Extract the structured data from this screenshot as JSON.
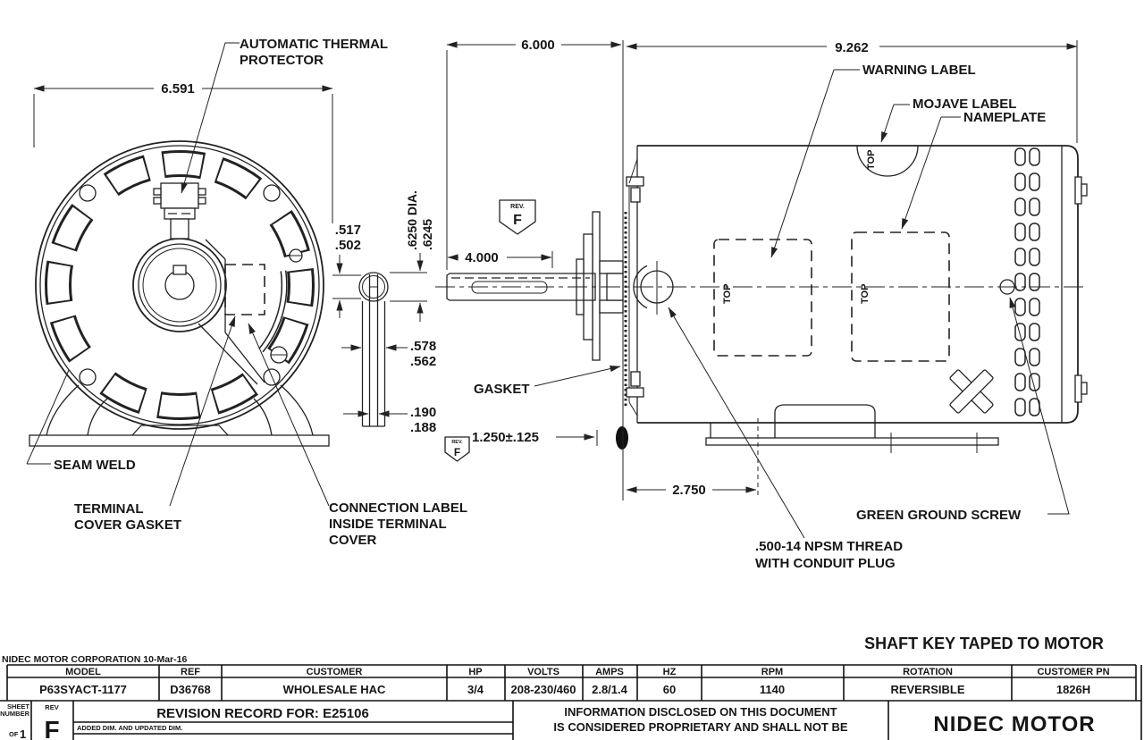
{
  "note_shaft_key": "SHAFT KEY TAPED TO MOTOR",
  "company_line": "NIDEC MOTOR CORPORATION 10-Mar-16",
  "front_view": {
    "label_thermal_1": "AUTOMATIC THERMAL",
    "label_thermal_2": "PROTECTOR",
    "label_seam": "SEAM WELD",
    "label_tcg_1": "TERMINAL",
    "label_tcg_2": "COVER GASKET",
    "label_conn_1": "CONNECTION LABEL",
    "label_conn_2": "INSIDE TERMINAL",
    "label_conn_3": "COVER",
    "dim_width": "6.591"
  },
  "key_view": {
    "dim_1a": ".517",
    "dim_1b": ".502",
    "dim_2a": ".578",
    "dim_2b": ".562",
    "dim_3a": ".190",
    "dim_3b": ".188",
    "dim_dia_1": ".6250 DIA.",
    "dim_dia_2": ".6245"
  },
  "side_view": {
    "dim_shaft_ext": "6.000",
    "dim_body": "9.262",
    "dim_shaft_len": "4.000",
    "dim_plug": "1.250±.125",
    "dim_foot": "2.750",
    "label_warning": "WARNING LABEL",
    "label_mojave": "MOJAVE LABEL",
    "label_nameplate": "NAMEPLATE",
    "label_gasket": "GASKET",
    "label_ground": "GREEN GROUND SCREW",
    "label_npsm_1": ".500-14 NPSM THREAD",
    "label_npsm_2": "WITH CONDUIT PLUG",
    "top_marker": "TOP"
  },
  "rev_flag": {
    "label": "REV.",
    "value": "F"
  },
  "title_block": {
    "columns": [
      {
        "header": "MODEL",
        "value": "P63SYACT-1177"
      },
      {
        "header": "REF",
        "value": "D36768"
      },
      {
        "header": "CUSTOMER",
        "value": "WHOLESALE HAC"
      },
      {
        "header": "HP",
        "value": "3/4"
      },
      {
        "header": "VOLTS",
        "value": "208-230/460"
      },
      {
        "header": "AMPS",
        "value": "2.8/1.4"
      },
      {
        "header": "HZ",
        "value": "60"
      },
      {
        "header": "RPM",
        "value": "1140"
      },
      {
        "header": "ROTATION",
        "value": "REVERSIBLE"
      },
      {
        "header": "CUSTOMER PN",
        "value": "1826H"
      }
    ],
    "sheet_label_1": "SHEET",
    "sheet_label_2": "NUMBER",
    "sheet_of": "OF",
    "sheet_num": "1",
    "rev_label": "REV",
    "rev_value": "F",
    "revision_title": "REVISION RECORD FOR:  E25106",
    "revision_entry": "ADDED DIM. AND UPDATED DIM.",
    "proprietary_1": "INFORMATION DISCLOSED ON THIS DOCUMENT",
    "proprietary_2": "IS CONSIDERED PROPRIETARY AND SHALL NOT BE",
    "brand": "NIDEC MOTOR"
  }
}
